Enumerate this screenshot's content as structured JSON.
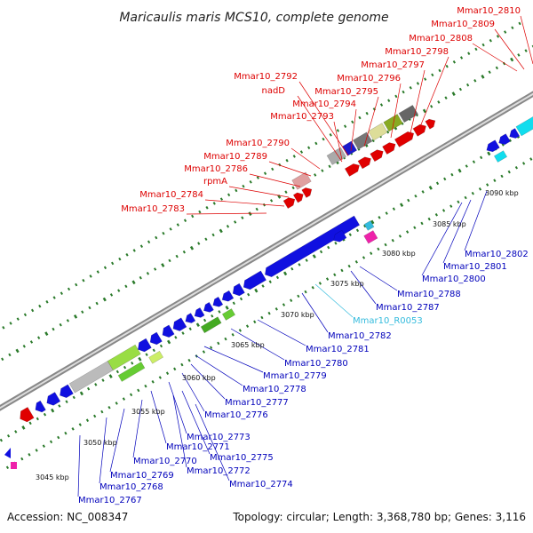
{
  "title": "Maricaulis maris MCS10, complete genome",
  "footer": {
    "accession": "Accession: NC_008347",
    "topology": "Topology: circular; Length: 3,368,780 bp; Genes: 3,116"
  },
  "colors": {
    "top_label": "#dd0000",
    "bottom_label": "#0000bb",
    "rna_label": "#33bbdd",
    "backbone": "#9a9a9a",
    "tick": "#2a7a2a"
  },
  "kbp_ticks": [
    "3045 kbp",
    "3050 kbp",
    "3055 kbp",
    "3060 kbp",
    "3065 kbp",
    "3070 kbp",
    "3075 kbp",
    "3080 kbp",
    "3085 kbp",
    "3090 kbp"
  ],
  "top_labels": [
    "Mmar10_2810",
    "Mmar10_2809",
    "Mmar10_2808",
    "Mmar10_2798",
    "Mmar10_2797",
    "Mmar10_2796",
    "Mmar10_2792",
    "nadD",
    "Mmar10_2795",
    "Mmar10_2794",
    "Mmar10_2793",
    "Mmar10_2790",
    "Mmar10_2789",
    "Mmar10_2786",
    "rpmA",
    "Mmar10_2784",
    "Mmar10_2783"
  ],
  "bottom_labels": [
    "Mmar10_2802",
    "Mmar10_2801",
    "Mmar10_2800",
    "Mmar10_2788",
    "Mmar10_2787",
    "Mmar10_R0053",
    "Mmar10_2782",
    "Mmar10_2781",
    "Mmar10_2780",
    "Mmar10_2779",
    "Mmar10_2778",
    "Mmar10_2777",
    "Mmar10_2776",
    "Mmar10_2773",
    "Mmar10_2771",
    "Mmar10_2775",
    "Mmar10_2772",
    "Mmar10_2770",
    "Mmar10_2774",
    "Mmar10_2769",
    "Mmar10_2768",
    "Mmar10_2767"
  ]
}
